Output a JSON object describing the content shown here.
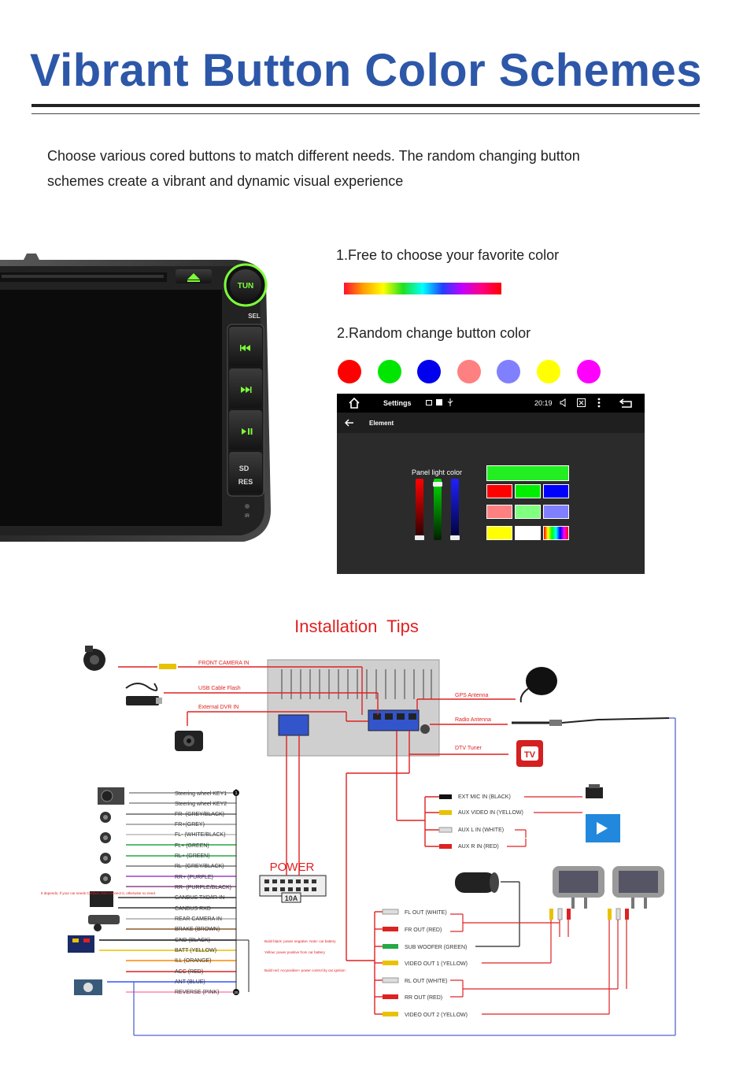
{
  "page": {
    "title": "Vibrant Button Color Schemes",
    "intro_line1": "Choose various cored buttons to match different needs. The random changing button",
    "intro_line2": "schemes create a vibrant and dynamic visual experience"
  },
  "head_unit": {
    "buttons": [
      "TUN",
      "SEL",
      "SD",
      "RES",
      "IR"
    ],
    "accent_color": "#7dff3a"
  },
  "features": {
    "free_choose": "1.Free to choose your favorite color",
    "random_change": "2.Random change button color",
    "dot_colors": [
      "#ff0000",
      "#00e600",
      "#0000ee",
      "#ff8080",
      "#8080ff",
      "#ffff00",
      "#ff00ff"
    ]
  },
  "screen": {
    "status_title": "Settings",
    "status_time": "20:19",
    "sub_title": "Element",
    "panel_label": "Panel light color",
    "slider_colors": [
      "#d00000",
      "#00c000",
      "#1010ff"
    ],
    "swatch_top": "#22ee22",
    "swatch_rows": [
      [
        "#ff0000",
        "#00ee00",
        "#0000ff"
      ],
      [
        "#ff8080",
        "#80ff80",
        "#8080ff"
      ],
      [
        "#ffff00",
        "#ffffff",
        "rainbow"
      ]
    ]
  },
  "installation": {
    "title": "Installation  Tips",
    "top_labels": [
      "FRONT CAMERA IN",
      "USB Cable Flash",
      "External DVR IN"
    ],
    "right_labels": [
      "GPS Antenna",
      "Radio Antenna",
      "DTV Tuner"
    ],
    "power_label": "POWER",
    "fuse_label": "10A",
    "left_wires": [
      "Steering wheel KEY1",
      "Steering wheel KEY2",
      "FR- (GREY/BLACK)",
      "FR+(GREY)",
      "FL- (WHITE/BLACK)",
      "FL+ (GREEN)",
      "RL+ (GREEN)",
      "RL- (GREY/BLACK)",
      "RR+ (PURPLE)",
      "RR- (PURPLE/BLACK)",
      "CANBUS TXD/IR-IN",
      "CANBUS RXD",
      "REAR CAMERA IN",
      "BRAKE (BROWN)",
      "GND (BLACK)",
      "BATT (YELLOW)",
      "ILL (ORANGE)",
      "ACC (RED)",
      "ANT (BLUE)",
      "REVERSE (PINK)"
    ],
    "wire_colors": [
      "#888888",
      "#888888",
      "#666666",
      "#999999",
      "#bbbbbb",
      "#22aa44",
      "#22aa44",
      "#777777",
      "#9944cc",
      "#884488",
      "#333333",
      "#333333",
      "#aaaaaa",
      "#8b5a2b",
      "#111111",
      "#e8c200",
      "#ff8800",
      "#dd2222",
      "#3355ff",
      "#ff88aa"
    ],
    "pin_numbers": [
      "1",
      "20"
    ],
    "av_inputs": [
      "EXT MIC IN (BLACK)",
      "AUX VIDEO IN (YELLOW)",
      "AUX L IN (WHITE)",
      "AUX R IN (RED)"
    ],
    "rca_outputs": [
      "FL OUT (WHITE)",
      "FR OUT (RED)",
      "SUB WOOFER (GREEN)",
      "VIDEO OUT 1 (YELLOW)",
      "RL OUT (WHITE)",
      "RR OUT (RED)",
      "VIDEO OUT 2 (YELLOW)"
    ],
    "note_left": "It depends, If your car needs Canbus, then connect it, otherwise no need.",
    "note_brake": "Build black: power negative. Note: car battery",
    "note_batt": "Yellow: power positive from car battery",
    "note_acc": "Build red: Accpositive+ power control by car ignition",
    "tv_badge": "TV",
    "red": "#e02020",
    "blue": "#5566cc"
  }
}
